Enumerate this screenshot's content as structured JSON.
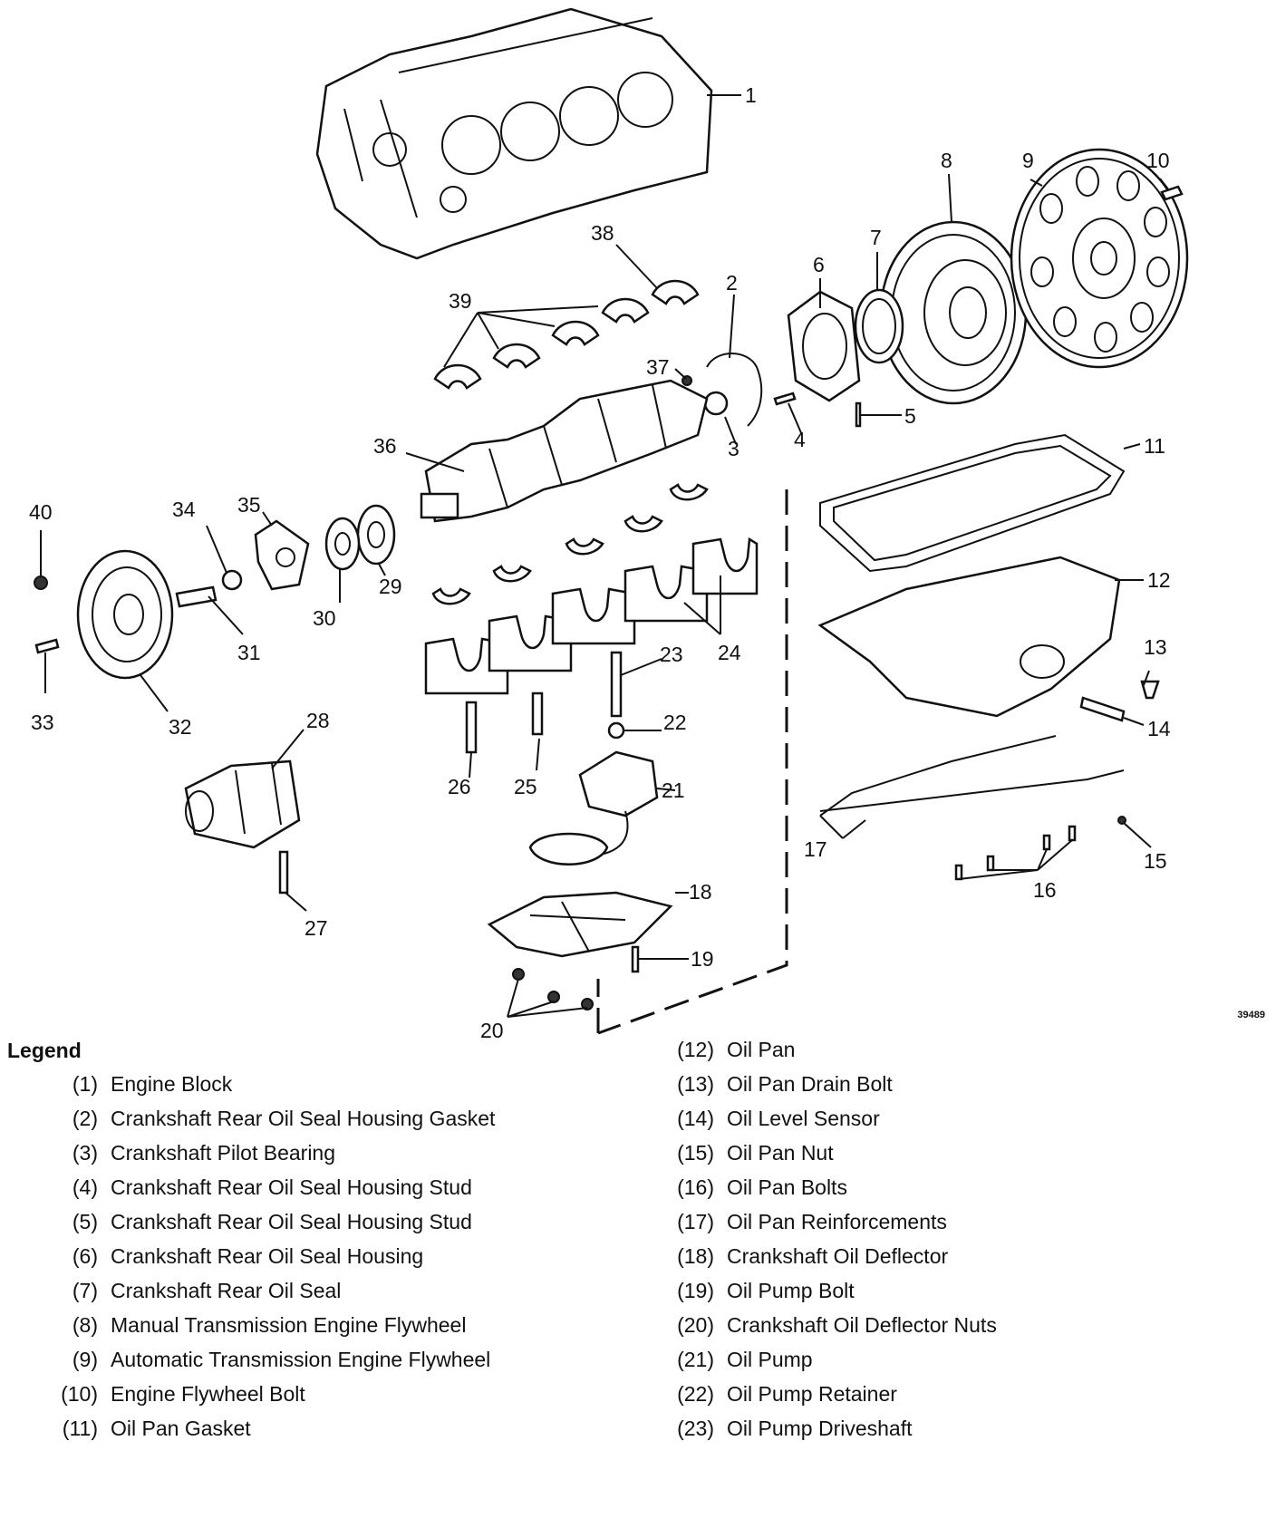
{
  "figure_id": "39489",
  "callouts": [
    "1",
    "2",
    "3",
    "4",
    "5",
    "6",
    "7",
    "8",
    "9",
    "10",
    "11",
    "12",
    "13",
    "14",
    "15",
    "16",
    "17",
    "18",
    "19",
    "20",
    "21",
    "22",
    "23",
    "24",
    "25",
    "26",
    "27",
    "28",
    "29",
    "30",
    "31",
    "32",
    "33",
    "34",
    "35",
    "36",
    "37",
    "38",
    "39",
    "40"
  ],
  "legend": {
    "title": "Legend",
    "left": [
      {
        "num": "(1)",
        "label": "Engine Block"
      },
      {
        "num": "(2)",
        "label": "Crankshaft Rear Oil Seal Housing Gasket"
      },
      {
        "num": "(3)",
        "label": "Crankshaft Pilot Bearing"
      },
      {
        "num": "(4)",
        "label": "Crankshaft Rear Oil Seal Housing Stud"
      },
      {
        "num": "(5)",
        "label": "Crankshaft Rear Oil Seal Housing Stud"
      },
      {
        "num": "(6)",
        "label": "Crankshaft Rear Oil Seal Housing"
      },
      {
        "num": "(7)",
        "label": "Crankshaft Rear Oil Seal"
      },
      {
        "num": "(8)",
        "label": "Manual Transmission Engine Flywheel"
      },
      {
        "num": "(9)",
        "label": "Automatic Transmission Engine Flywheel"
      },
      {
        "num": "(10)",
        "label": "Engine Flywheel Bolt"
      },
      {
        "num": "(11)",
        "label": "Oil Pan Gasket"
      }
    ],
    "right": [
      {
        "num": "(12)",
        "label": "Oil Pan"
      },
      {
        "num": "(13)",
        "label": "Oil Pan Drain Bolt"
      },
      {
        "num": "(14)",
        "label": "Oil Level Sensor"
      },
      {
        "num": "(15)",
        "label": "Oil Pan Nut"
      },
      {
        "num": "(16)",
        "label": "Oil Pan Bolts"
      },
      {
        "num": "(17)",
        "label": "Oil Pan Reinforcements"
      },
      {
        "num": "(18)",
        "label": "Crankshaft Oil Deflector"
      },
      {
        "num": "(19)",
        "label": "Oil Pump Bolt"
      },
      {
        "num": "(20)",
        "label": "Crankshaft Oil Deflector Nuts"
      },
      {
        "num": "(21)",
        "label": "Oil Pump"
      },
      {
        "num": "(22)",
        "label": "Oil Pump Retainer"
      },
      {
        "num": "(23)",
        "label": "Oil Pump Driveshaft"
      }
    ]
  }
}
